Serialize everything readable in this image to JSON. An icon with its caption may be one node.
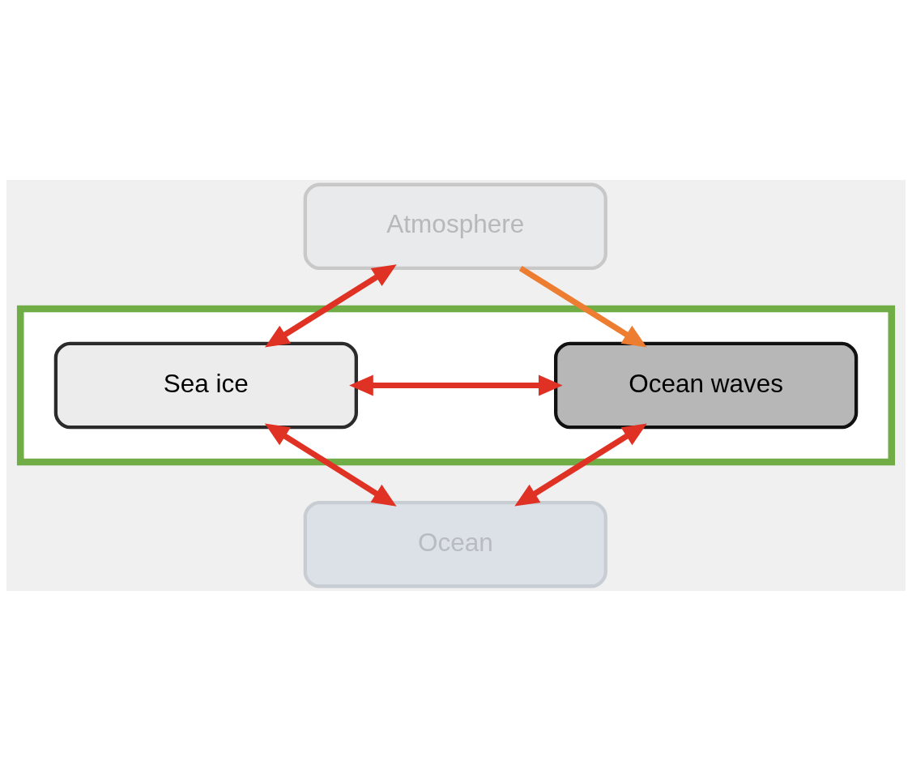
{
  "diagram": {
    "nodes": [
      {
        "text": [
          "Atmosphere"
        ]
      },
      {
        "text": [],
        "shape": "box"
      },
      {
        "text": [
          "Sea ice"
        ],
        "in": 1
      },
      {
        "text": [
          "Ocean waves"
        ],
        "in": 1
      },
      {
        "text": [
          "Ocean"
        ]
      }
    ],
    "edges": [
      {
        "from": 0,
        "to": 2,
        "arrow": "both"
      },
      {
        "from": 0,
        "to": 3,
        "arrow": "to",
        "color": "#ed7d31"
      },
      {
        "from": 2,
        "to": 3,
        "arrow": "both"
      },
      {
        "from": 2,
        "to": 4,
        "arrow": "both"
      },
      {
        "from": 3,
        "to": 4,
        "arrow": "both"
      }
    ]
  }
}
